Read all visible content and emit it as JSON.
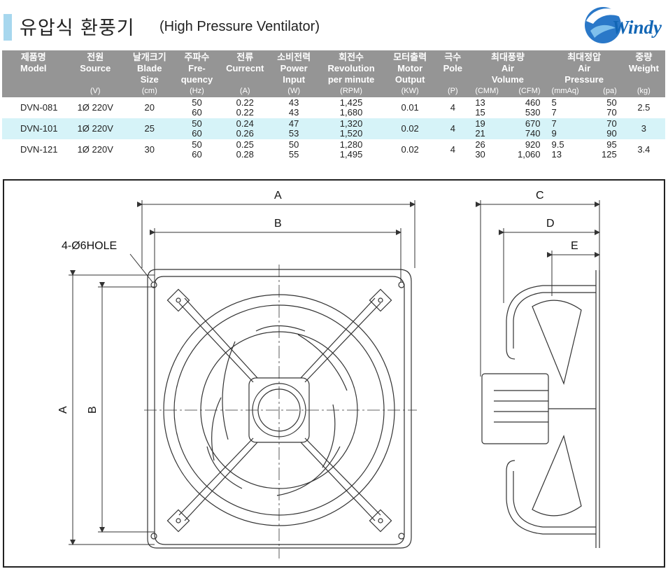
{
  "header": {
    "title_ko": "유압식 환풍기",
    "title_en": "(High Pressure Ventilator)",
    "logo_text": "Windy"
  },
  "table": {
    "columns": [
      {
        "ko": "제품명",
        "en": "Model",
        "unit": ""
      },
      {
        "ko": "전원",
        "en": "Source",
        "unit": "(V)"
      },
      {
        "ko": "날개크기",
        "en": "Blade Size",
        "unit": "(cm)"
      },
      {
        "ko": "주파수",
        "en": "Fre- quency",
        "unit": "(Hz)"
      },
      {
        "ko": "전류",
        "en": "Currecnt",
        "unit": "(A)"
      },
      {
        "ko": "소비전력",
        "en": "Power Input",
        "unit": "(W)"
      },
      {
        "ko": "회전수",
        "en": "Revolution per minute",
        "unit": "(RPM)"
      },
      {
        "ko": "모터출력",
        "en": "Motor Output",
        "unit": "(KW)"
      },
      {
        "ko": "극수",
        "en": "Pole",
        "unit": "(P)"
      },
      {
        "ko": "최대풍량",
        "en": "Air Volume",
        "unit_a": "(CMM)",
        "unit_b": "(CFM)"
      },
      {
        "ko": "최대정압",
        "en": "Air Pressure",
        "unit_a": "(mmAq)",
        "unit_b": "(pa)"
      },
      {
        "ko": "중량",
        "en": "Weight",
        "unit": "(kg)"
      }
    ],
    "rows": [
      {
        "model": "DVN-081",
        "source": "1Ø 220V",
        "blade": "20",
        "hz": [
          "50",
          "60"
        ],
        "amp": [
          "0.22",
          "0.22"
        ],
        "watt": [
          "43",
          "43"
        ],
        "rpm": [
          "1,425",
          "1,680"
        ],
        "kw": "0.01",
        "pole": "4",
        "cmm": [
          "13",
          "15"
        ],
        "cfm": [
          "460",
          "530"
        ],
        "mmaq": [
          "5",
          "7"
        ],
        "pa": [
          "50",
          "70"
        ],
        "kg": "2.5"
      },
      {
        "model": "DVN-101",
        "source": "1Ø 220V",
        "blade": "25",
        "hz": [
          "50",
          "60"
        ],
        "amp": [
          "0.24",
          "0.26"
        ],
        "watt": [
          "47",
          "53"
        ],
        "rpm": [
          "1,320",
          "1,520"
        ],
        "kw": "0.02",
        "pole": "4",
        "cmm": [
          "19",
          "21"
        ],
        "cfm": [
          "670",
          "740"
        ],
        "mmaq": [
          "7",
          "9"
        ],
        "pa": [
          "70",
          "90"
        ],
        "kg": "3"
      },
      {
        "model": "DVN-121",
        "source": "1Ø 220V",
        "blade": "30",
        "hz": [
          "50",
          "60"
        ],
        "amp": [
          "0.25",
          "0.28"
        ],
        "watt": [
          "50",
          "55"
        ],
        "rpm": [
          "1,280",
          "1,495"
        ],
        "kw": "0.02",
        "pole": "4",
        "cmm": [
          "26",
          "30"
        ],
        "cfm": [
          "920",
          "1,060"
        ],
        "mmaq": [
          "9.5",
          "13"
        ],
        "pa": [
          "95",
          "125"
        ],
        "kg": "3.4"
      }
    ]
  },
  "drawing": {
    "dim_a": "A",
    "dim_b": "B",
    "dim_c": "C",
    "dim_d": "D",
    "dim_e": "E",
    "hole_note": "4-Ø6HOLE"
  }
}
